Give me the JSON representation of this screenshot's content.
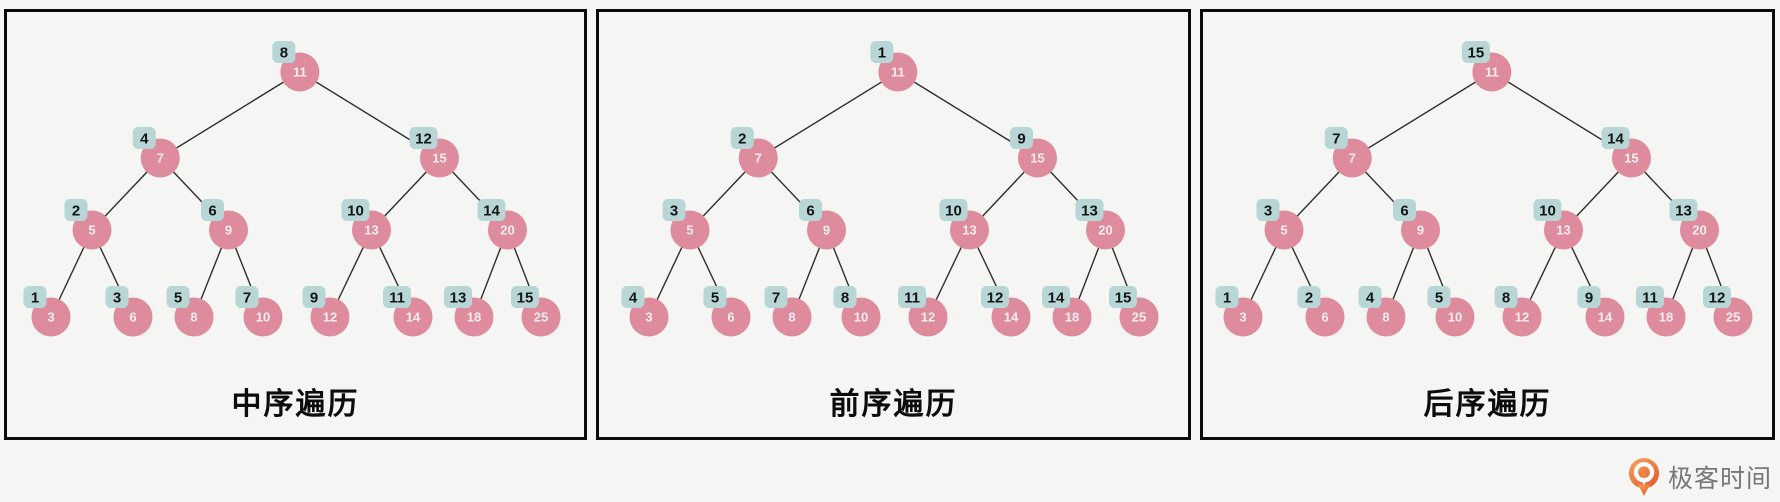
{
  "colors": {
    "background": "#f5f6f4",
    "panel_background": "#f5f6f3",
    "panel_border": "#0b0b0b",
    "node_fill": "#dd8b9d",
    "node_text": "#f8eef0",
    "badge_fill": "#b7d6d5",
    "badge_text": "#151515",
    "edge": "#2e2e2e",
    "logo_orange_light": "#f5a45f",
    "logo_orange_dark": "#e4602c",
    "logo_text_color": "#76777b"
  },
  "tree": {
    "description": "same perfect binary tree in all three panels, values in level-order",
    "values_level_order": [
      11,
      7,
      15,
      5,
      9,
      13,
      20,
      3,
      6,
      8,
      10,
      12,
      14,
      18,
      25
    ]
  },
  "panels": [
    {
      "id": "inorder",
      "caption": "中序遍历",
      "orders_level_order": [
        8,
        4,
        12,
        2,
        6,
        10,
        14,
        1,
        3,
        5,
        7,
        9,
        11,
        13,
        15
      ]
    },
    {
      "id": "preorder",
      "caption": "前序遍历",
      "orders_level_order": [
        1,
        2,
        9,
        3,
        6,
        10,
        13,
        4,
        5,
        7,
        8,
        11,
        12,
        14,
        15
      ]
    },
    {
      "id": "postorder",
      "caption": "后序遍历",
      "orders_level_order": [
        15,
        7,
        14,
        3,
        6,
        10,
        13,
        1,
        2,
        4,
        5,
        8,
        9,
        11,
        12
      ]
    }
  ],
  "logo": {
    "label": "极客时间"
  }
}
